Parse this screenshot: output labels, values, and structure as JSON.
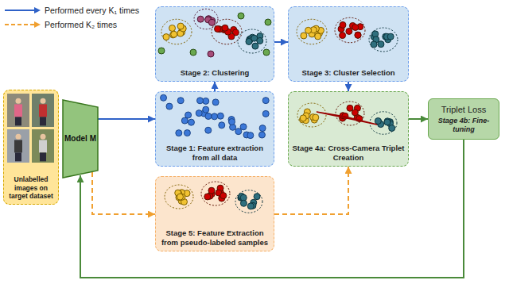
{
  "diagram": {
    "nodes": [
      {
        "text": [
          "Unlabelled images on target dataset"
        ]
      },
      {
        "text": [
          "Model M"
        ]
      },
      {
        "text": [
          "Stage 2: Clustering"
        ]
      },
      {
        "text": [
          "Stage 3: Cluster Selection"
        ]
      },
      {
        "text": [
          "Stage 1: Feature extraction from all data"
        ]
      },
      {
        "text": [
          "Stage 4a: Cross-Camera Triplet Creation"
        ]
      },
      {
        "text": [
          "Triplet Loss",
          "Stage 4b: Fine-tuning"
        ]
      },
      {
        "text": [
          "Stage 5: Feature Extraction from pseudo-labeled samples"
        ]
      }
    ],
    "edges": [
      {
        "from": 1,
        "to": 4,
        "arrow": "to"
      },
      {
        "from": 4,
        "to": 2,
        "arrow": "to"
      },
      {
        "from": 2,
        "to": 3,
        "arrow": "to"
      },
      {
        "from": 3,
        "to": 5,
        "arrow": "to"
      },
      {
        "from": 5,
        "to": 6,
        "arrow": "to"
      },
      {
        "from": 6,
        "to": 1,
        "arrow": "to"
      },
      {
        "from": 1,
        "to": 7,
        "arrow": "to"
      },
      {
        "from": 7,
        "to": 5,
        "arrow": "to"
      }
    ],
    "legend": [
      {
        "text": "Performed every K₁ times"
      },
      {
        "text": "Performed K₂ times"
      }
    ]
  }
}
